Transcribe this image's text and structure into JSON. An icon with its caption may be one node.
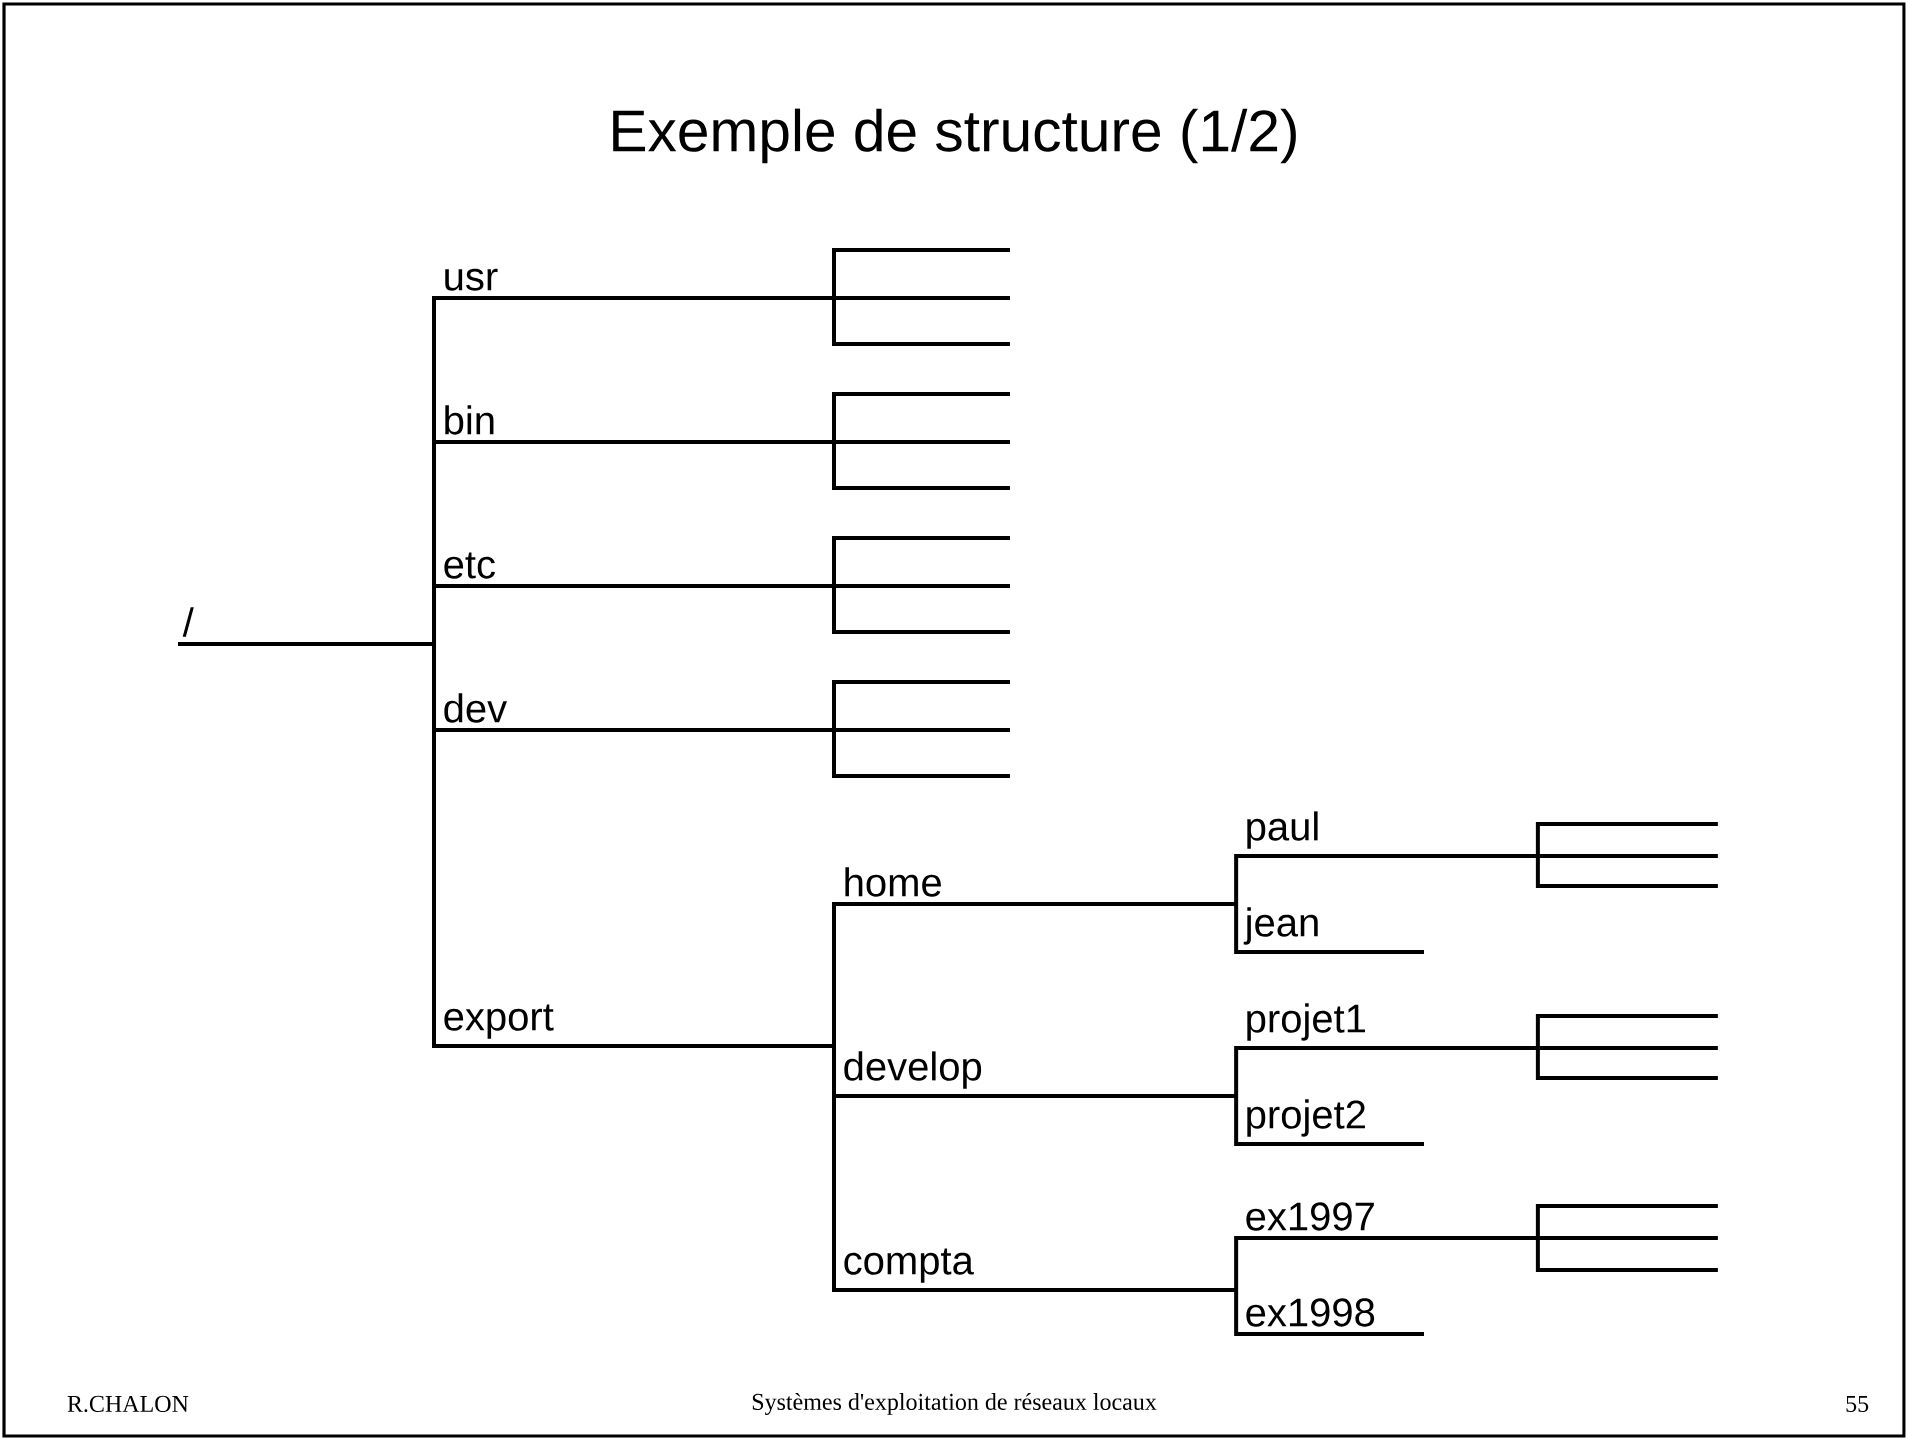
{
  "diagram": {
    "title": "Exemple de structure (1/2)",
    "nodes": [
      {
        "text": [
          "/"
        ]
      },
      {
        "text": [
          "usr"
        ]
      },
      {
        "text": [
          "bin"
        ]
      },
      {
        "text": [
          "etc"
        ]
      },
      {
        "text": [
          "dev"
        ]
      },
      {
        "text": [
          "export"
        ]
      },
      {
        "text": [
          "home"
        ]
      },
      {
        "text": [
          "develop"
        ]
      },
      {
        "text": [
          "compta"
        ]
      },
      {
        "text": [
          "paul"
        ]
      },
      {
        "text": [
          "jean"
        ]
      },
      {
        "text": [
          "projet1"
        ]
      },
      {
        "text": [
          "projet2"
        ]
      },
      {
        "text": [
          "ex1997"
        ]
      },
      {
        "text": [
          "ex1998"
        ]
      }
    ],
    "edges": [
      {
        "from": 0,
        "to": 1,
        "arrow": "none"
      },
      {
        "from": 0,
        "to": 2,
        "arrow": "none"
      },
      {
        "from": 0,
        "to": 3,
        "arrow": "none"
      },
      {
        "from": 0,
        "to": 4,
        "arrow": "none"
      },
      {
        "from": 0,
        "to": 5,
        "arrow": "none"
      },
      {
        "from": 1,
        "to": null,
        "arrow": "none"
      },
      {
        "from": 1,
        "to": null,
        "arrow": "none"
      },
      {
        "from": 1,
        "to": null,
        "arrow": "none"
      },
      {
        "from": 2,
        "to": null,
        "arrow": "none"
      },
      {
        "from": 2,
        "to": null,
        "arrow": "none"
      },
      {
        "from": 2,
        "to": null,
        "arrow": "none"
      },
      {
        "from": 3,
        "to": null,
        "arrow": "none"
      },
      {
        "from": 3,
        "to": null,
        "arrow": "none"
      },
      {
        "from": 3,
        "to": null,
        "arrow": "none"
      },
      {
        "from": 4,
        "to": null,
        "arrow": "none"
      },
      {
        "from": 4,
        "to": null,
        "arrow": "none"
      },
      {
        "from": 4,
        "to": null,
        "arrow": "none"
      },
      {
        "from": 5,
        "to": 6,
        "arrow": "none"
      },
      {
        "from": 5,
        "to": 7,
        "arrow": "none"
      },
      {
        "from": 5,
        "to": 8,
        "arrow": "none"
      },
      {
        "from": 6,
        "to": 9,
        "arrow": "none"
      },
      {
        "from": 6,
        "to": 10,
        "arrow": "none"
      },
      {
        "from": 9,
        "to": null,
        "arrow": "none"
      },
      {
        "from": 9,
        "to": null,
        "arrow": "none"
      },
      {
        "from": 9,
        "to": null,
        "arrow": "none"
      },
      {
        "from": 7,
        "to": 11,
        "arrow": "none"
      },
      {
        "from": 7,
        "to": 12,
        "arrow": "none"
      },
      {
        "from": 11,
        "to": null,
        "arrow": "none"
      },
      {
        "from": 11,
        "to": null,
        "arrow": "none"
      },
      {
        "from": 11,
        "to": null,
        "arrow": "none"
      },
      {
        "from": 8,
        "to": 13,
        "arrow": "none"
      },
      {
        "from": 8,
        "to": 14,
        "arrow": "none"
      },
      {
        "from": 13,
        "to": null,
        "arrow": "none"
      },
      {
        "from": 13,
        "to": null,
        "arrow": "none"
      },
      {
        "from": 13,
        "to": null,
        "arrow": "none"
      }
    ],
    "labels": [
      "R.CHALON",
      "Systèmes d'exploitation de réseaux locaux",
      "55"
    ]
  }
}
